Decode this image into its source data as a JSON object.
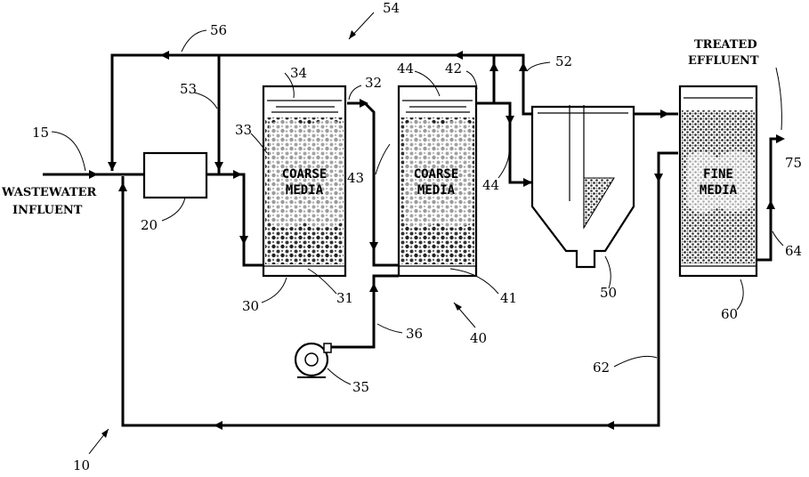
{
  "labels": {
    "inlet_caption_line1": "WASTEWATER",
    "inlet_caption_line2": "INFLUENT",
    "outlet_caption_line1": "TREATED",
    "outlet_caption_line2": "EFFLUENT",
    "first_filter_media_line1": "COARSE",
    "first_filter_media_line2": "MEDIA",
    "second_filter_media_line1": "COARSE",
    "second_filter_media_line2": "MEDIA",
    "final_filter_media_line1": "FINE",
    "final_filter_media_line2": "MEDIA"
  },
  "refs": {
    "system": "10",
    "influent": "15",
    "pretreatment": "20",
    "first_filter": "30",
    "first_underdrain": "31",
    "first_outlet": "32",
    "first_media": "33",
    "first_liquid": "34",
    "blower": "35",
    "air_line": "36",
    "second_filter": "40",
    "second_underdrain": "41",
    "second_outlet": "42",
    "transfer_line": "43",
    "second_liquid": "44",
    "clarifier_feed": "44",
    "clarifier": "50",
    "clarifier_recycle": "52",
    "branch_line": "53",
    "recycle_loop": "54",
    "recycle_main": "56",
    "final_filter": "60",
    "return_line": "62",
    "final_outlet": "64",
    "effluent_out": "75"
  }
}
